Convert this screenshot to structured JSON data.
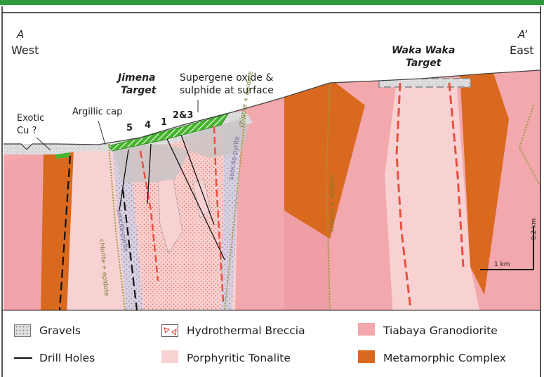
{
  "section": {
    "west_letter": "A",
    "west_label": "West",
    "east_letter": "A’",
    "east_label": "East"
  },
  "targets": {
    "jimena": "Jimena\nTarget",
    "jimena_line1": "Jimena",
    "jimena_line2": "Target",
    "waka_line1": "Waka Waka",
    "waka_line2": "Target"
  },
  "annotations": {
    "supergene_line1": "Supergene oxide &",
    "supergene_line2": "sulphide at surface",
    "exotic_line1": "Exotic",
    "exotic_line2": "Cu ?",
    "argillic": "Argillic cap",
    "drill_5": "5",
    "drill_4": "4",
    "drill_1": "1",
    "drill_23": "2&3"
  },
  "alteration_labels": {
    "chlorite_epidote": "chlorite + epidote",
    "sericite_pyrite": "sericite-pyrite",
    "sericite_pyrite2": "sericite-pyrite"
  },
  "scale": {
    "vertical": "0.2 km",
    "horizontal": "1 km"
  },
  "legend": {
    "gravels": "Gravels",
    "drill_holes": "Drill Holes",
    "breccia": "Hydrothermal Breccia",
    "tonalite": "Porphyritic Tonalite",
    "granodiorite": "Tiabaya Granodiorite",
    "metamorphic": "Metamorphic Complex"
  },
  "colors": {
    "granodiorite": "#f2a8ac",
    "tonalite": "#f8d2d2",
    "metamorphic": "#d9691e",
    "breccia_dot": "#e85a4a",
    "gravel": "#dcdcdc",
    "supergene": "#46b52e",
    "alteration_line": "#9b9b42",
    "accent_bar": "#2f9a3b"
  }
}
